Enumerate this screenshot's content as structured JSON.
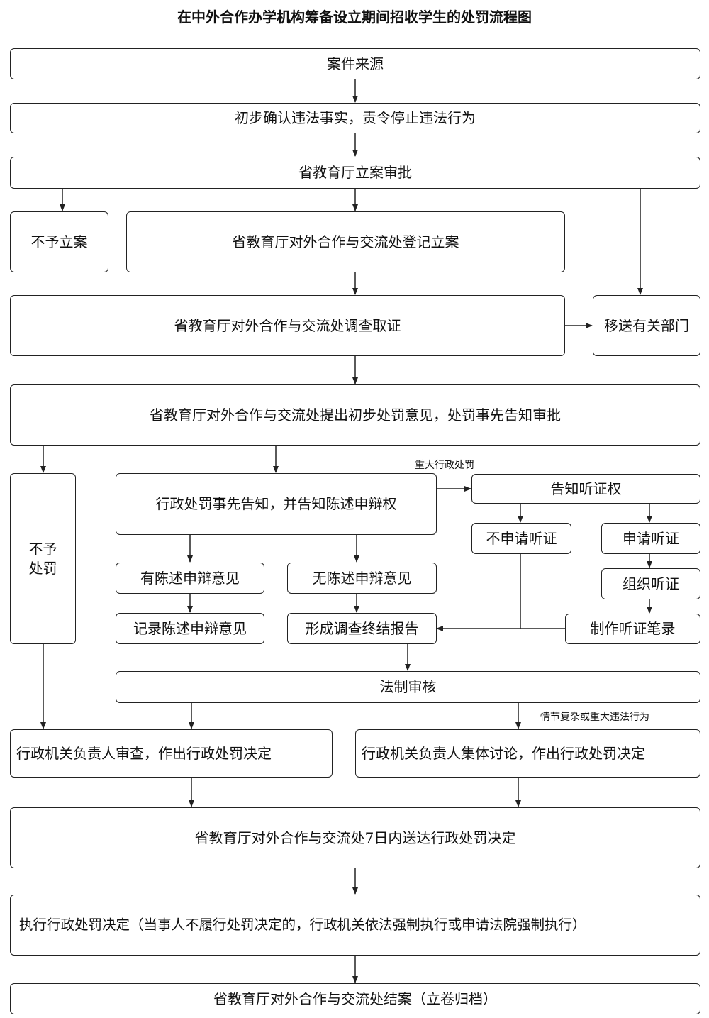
{
  "title": "在中外合作办学机构筹备设立期间招收学生的处罚流程图",
  "nodes": {
    "case_source": "案件来源",
    "preliminary_confirm": "初步确认违法事实，责令停止违法行为",
    "filing_approval": "省教育厅立案审批",
    "no_filing": "不予立案",
    "register_case": "省教育厅对外合作与交流处登记立案",
    "investigate": "省教育厅对外合作与交流处调查取证",
    "transfer": "移送有关部门",
    "preliminary_opinion": "省教育厅对外合作与交流处提出初步处罚意见，处罚事先告知审批",
    "no_penalty": "不予处罚",
    "prior_notice": "行政处罚事先告知，并告知陈述申辩权",
    "notify_hearing": "告知听证权",
    "no_hearing_request": "不申请听证",
    "hearing_request": "申请听证",
    "organize_hearing": "组织听证",
    "has_statement": "有陈述申辩意见",
    "no_statement": "无陈述申辩意见",
    "record_statement": "记录陈述申辩意见",
    "final_report": "形成调查终结报告",
    "hearing_record": "制作听证笔录",
    "legal_review": "法制审核",
    "head_decision": "行政机关负责人审查，作出行政处罚决定",
    "collective_decision": "行政机关负责人集体讨论，作出行政处罚决定",
    "delivery": "省教育厅对外合作与交流处7日内送达行政处罚决定",
    "execute": "执行行政处罚决定（当事人不履行处罚决定的，行政机关依法强制执行或申请法院强制执行）",
    "close_case": "省教育厅对外合作与交流处结案（立卷归档）"
  },
  "notes": {
    "major_penalty": "重大行政处罚",
    "complex_case": "情节复杂或重大违法行为"
  }
}
